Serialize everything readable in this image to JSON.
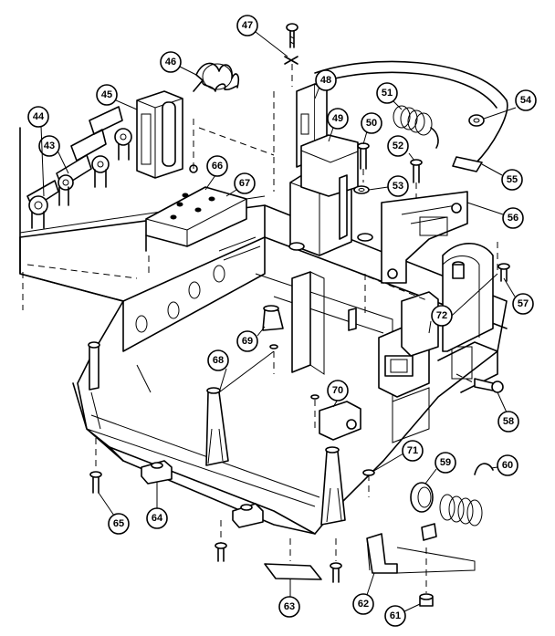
{
  "callouts": [
    {
      "id": "c43",
      "label": "43"
    },
    {
      "id": "c44",
      "label": "44"
    },
    {
      "id": "c45",
      "label": "45"
    },
    {
      "id": "c46",
      "label": "46"
    },
    {
      "id": "c47",
      "label": "47"
    },
    {
      "id": "c48",
      "label": "48"
    },
    {
      "id": "c49",
      "label": "49"
    },
    {
      "id": "c50",
      "label": "50"
    },
    {
      "id": "c51",
      "label": "51"
    },
    {
      "id": "c52",
      "label": "52"
    },
    {
      "id": "c53",
      "label": "53"
    },
    {
      "id": "c54",
      "label": "54"
    },
    {
      "id": "c55",
      "label": "55"
    },
    {
      "id": "c56",
      "label": "56"
    },
    {
      "id": "c57",
      "label": "57"
    },
    {
      "id": "c58",
      "label": "58"
    },
    {
      "id": "c59",
      "label": "59"
    },
    {
      "id": "c60",
      "label": "60"
    },
    {
      "id": "c61",
      "label": "61"
    },
    {
      "id": "c62",
      "label": "62"
    },
    {
      "id": "c63",
      "label": "63"
    },
    {
      "id": "c64",
      "label": "64"
    },
    {
      "id": "c65",
      "label": "65"
    },
    {
      "id": "c66",
      "label": "66"
    },
    {
      "id": "c67",
      "label": "67"
    },
    {
      "id": "c68",
      "label": "68"
    },
    {
      "id": "c69",
      "label": "69"
    },
    {
      "id": "c70",
      "label": "70"
    },
    {
      "id": "c71",
      "label": "71"
    },
    {
      "id": "c72",
      "label": "72"
    }
  ]
}
